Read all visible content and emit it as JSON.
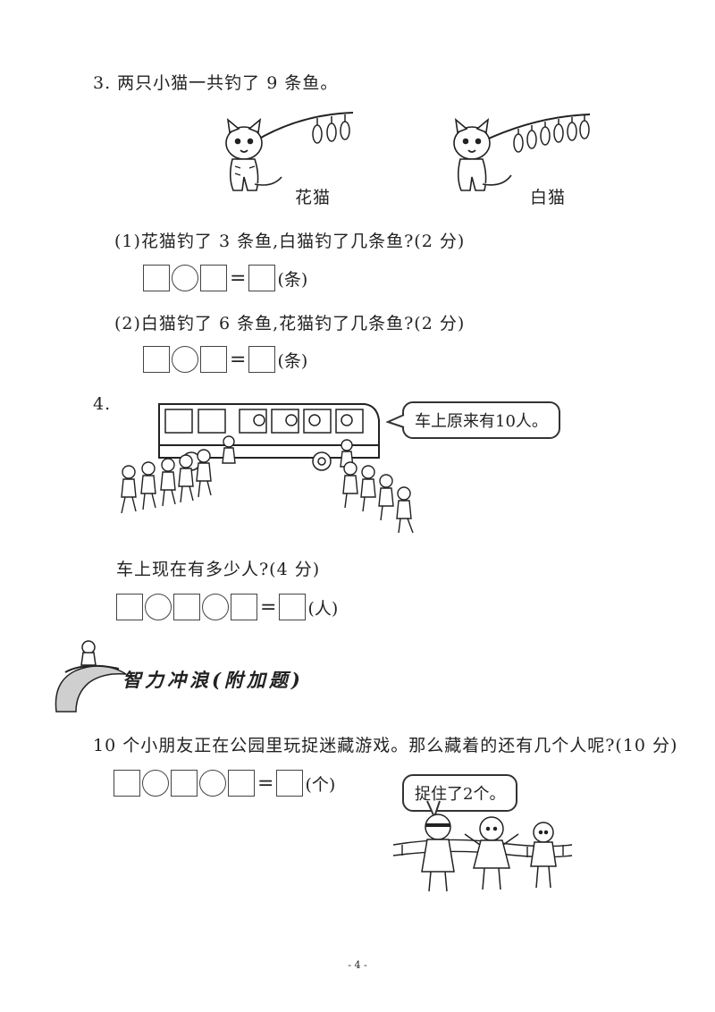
{
  "q3": {
    "title": "3. 两只小猫一共钓了 9 条鱼。",
    "cat1_label": "花猫",
    "cat2_label": "白猫",
    "sub1": "(1)花猫钓了 3 条鱼,白猫钓了几条鱼?(2 分)",
    "sub1_unit": "(条)",
    "sub2": "(2)白猫钓了 6 条鱼,花猫钓了几条鱼?(2 分)",
    "sub2_unit": "(条)"
  },
  "q4": {
    "number": "4.",
    "bubble": "车上原来有10人。",
    "question": "车上现在有多少人?(4 分)",
    "unit": "(人)"
  },
  "bonus": {
    "heading": "智力冲浪(附加题)",
    "question": "10 个小朋友正在公园里玩捉迷藏游戏。那么藏着的还有几个人呢?(10 分)",
    "unit": "(个)",
    "bubble": "捉住了2个。"
  },
  "equals": "=",
  "footer": {
    "page": "- 4 -"
  }
}
